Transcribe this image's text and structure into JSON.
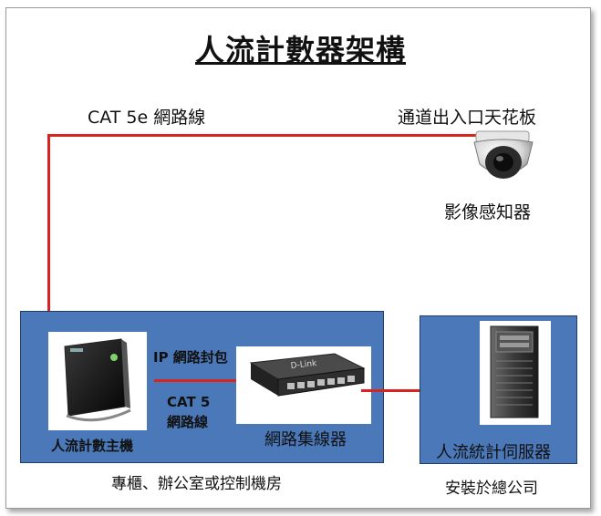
{
  "title": "人流計數器架構",
  "labels": {
    "cable_top": "CAT  5e 網路線",
    "ceiling": "通道出入口天花板",
    "sensor": "影像感知器",
    "ip_packet": "IP 網路封包",
    "cat5_line1": "CAT  5",
    "cat5_line2": "網路線",
    "host": "人流計數主機",
    "switch": "網路集線器",
    "server": "人流統計伺服器",
    "site_location": "專櫃、辦公室或控制機房",
    "server_location": "安裝於總公司"
  },
  "colors": {
    "box_fill": "#4a78b8",
    "cable": "#d9231e"
  }
}
